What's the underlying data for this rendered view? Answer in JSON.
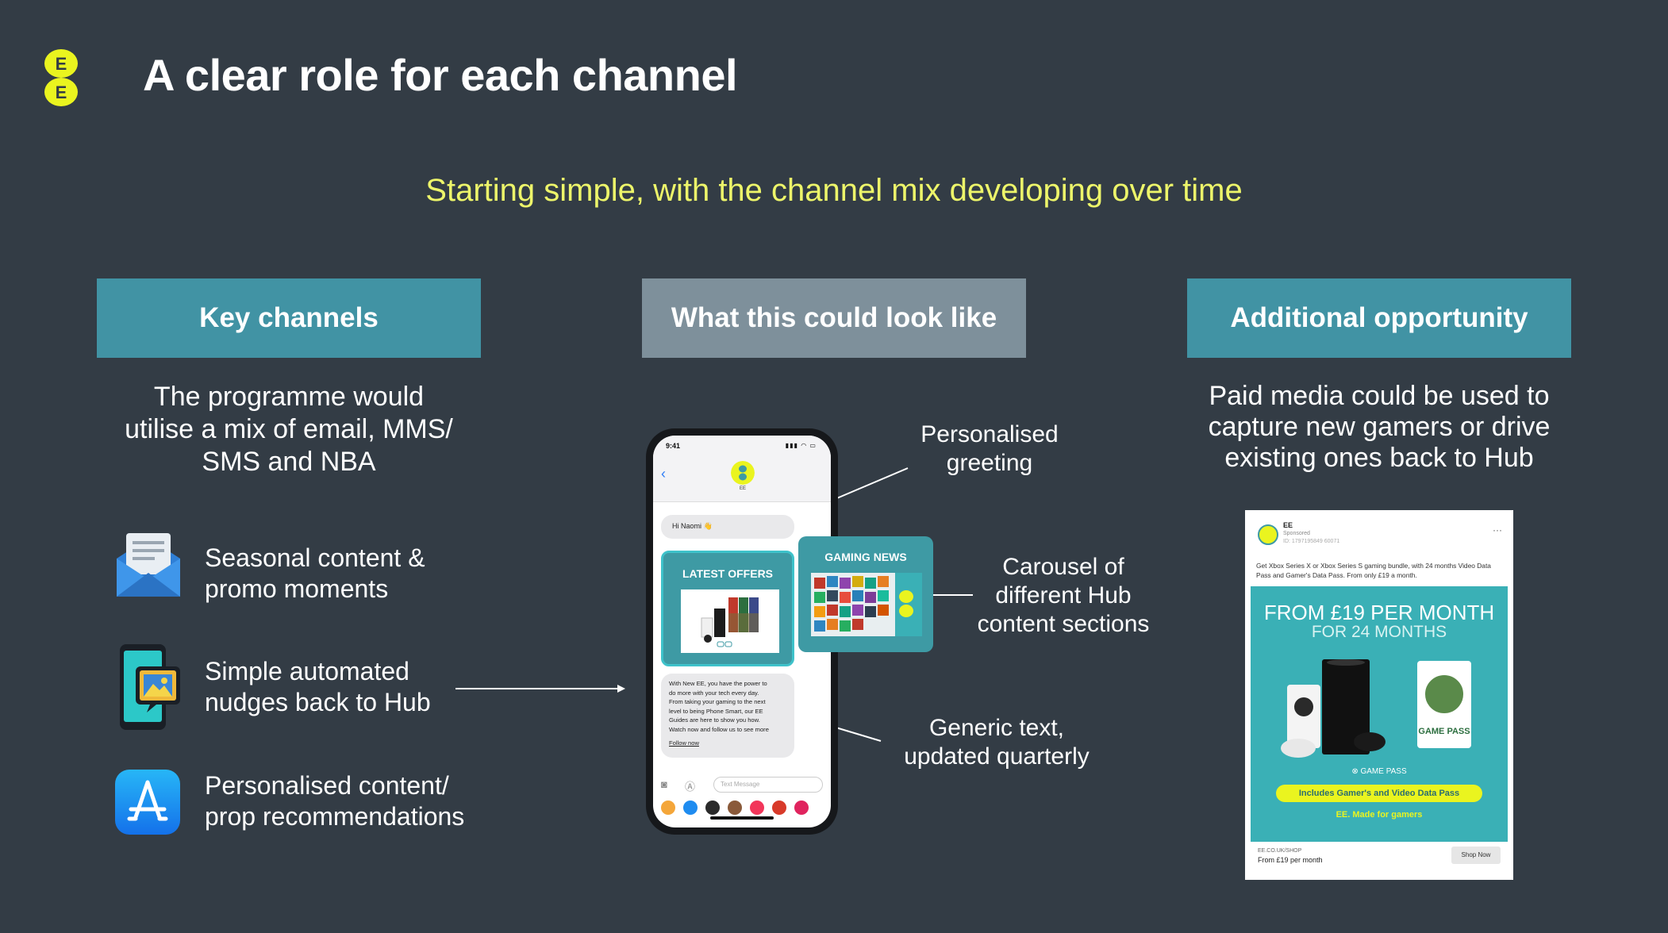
{
  "header": {
    "logo_letters": "E E",
    "title": "A clear role for each channel",
    "subtitle": "Starting simple, with the channel mix developing over time"
  },
  "columns": {
    "key_channels": {
      "heading": "Key channels",
      "intro_lines": [
        "The programme would",
        "utilise a mix of email, MMS/",
        "SMS and NBA"
      ],
      "items": [
        {
          "icon": "email-icon",
          "lines": [
            "Seasonal content &",
            "promo moments"
          ]
        },
        {
          "icon": "mobile-gallery-icon",
          "lines": [
            "Simple automated",
            "nudges back to Hub"
          ]
        },
        {
          "icon": "app-store-icon",
          "lines": [
            "Personalised content/",
            "prop recommendations"
          ]
        }
      ]
    },
    "look_like": {
      "heading": "What this could look like",
      "phone": {
        "time": "9:41",
        "contact": "EE",
        "greeting": "Hi Naomi 👋",
        "card1_title": "LATEST OFFERS",
        "card2_title": "GAMING NEWS",
        "body_lines": [
          "With New EE, you have the power to",
          "do more with your tech every day.",
          "From taking your gaming to the next",
          "level to being Phone Smart, our EE",
          "Guides are here to show you how.",
          "Watch now and follow us to see more"
        ],
        "follow": "Follow now",
        "input_placeholder": "Text Message"
      },
      "annotations": {
        "greeting": [
          "Personalised",
          "greeting"
        ],
        "carousel": [
          "Carousel of",
          "different Hub",
          "content sections"
        ],
        "generic": [
          "Generic text,",
          "updated quarterly"
        ]
      }
    },
    "additional": {
      "heading": "Additional opportunity",
      "intro_lines": [
        "Paid media could be used to",
        "capture new gamers or drive",
        "existing ones back to Hub"
      ],
      "ad": {
        "advertiser": "EE",
        "sponsored": "Sponsored",
        "ad_id": "ID: 1797195849 60071",
        "copy": "Get Xbox Series X or Xbox Series S gaming bundle, with 24 months Video Data Pass and Gamer's Data Pass. From only £19 a month.",
        "headline": "FROM £19 PER MONTH",
        "subheadline": "FOR 24 MONTHS",
        "game_pass_card": "GAME PASS",
        "game_pass_line": "⊗ GAME PASS",
        "pill": "Includes Gamer's and Video Data Pass",
        "tagline": "EE. Made for gamers",
        "url": "EE.CO.UK/SHOP",
        "price": "From £19 per month",
        "cta": "Shop Now"
      }
    }
  },
  "colors": {
    "background": "#333c45",
    "accent_yellow": "#edf56a",
    "teal": "#4193a4",
    "grey_header": "#7e909b"
  }
}
